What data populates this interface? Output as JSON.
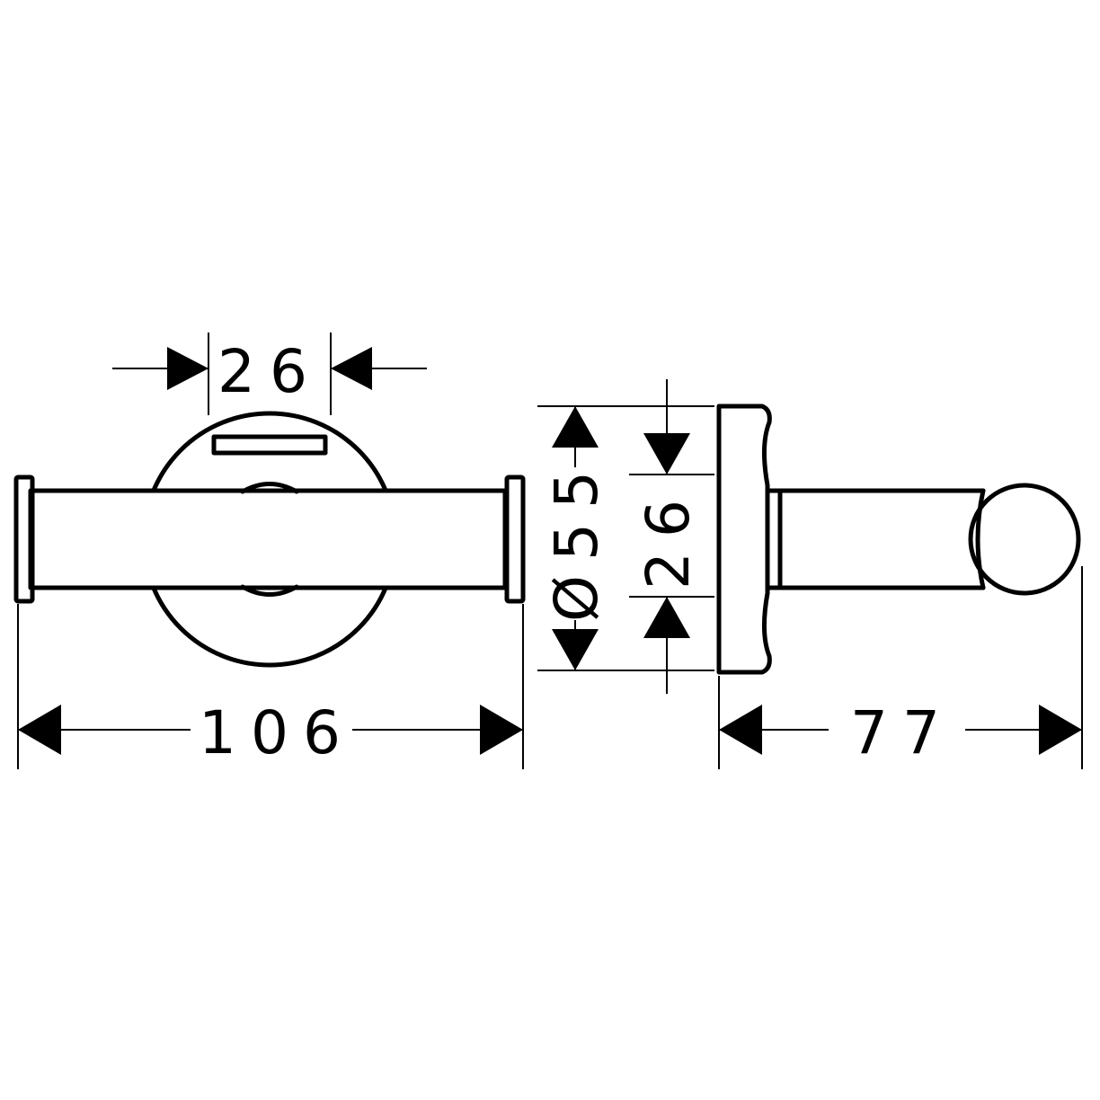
{
  "dimensions": {
    "width_26": "26",
    "length_106": "106",
    "diameter_55": "Ø55",
    "height_26": "26",
    "depth_77": "77"
  },
  "colors": {
    "line": "#000000",
    "background": "#ffffff"
  }
}
